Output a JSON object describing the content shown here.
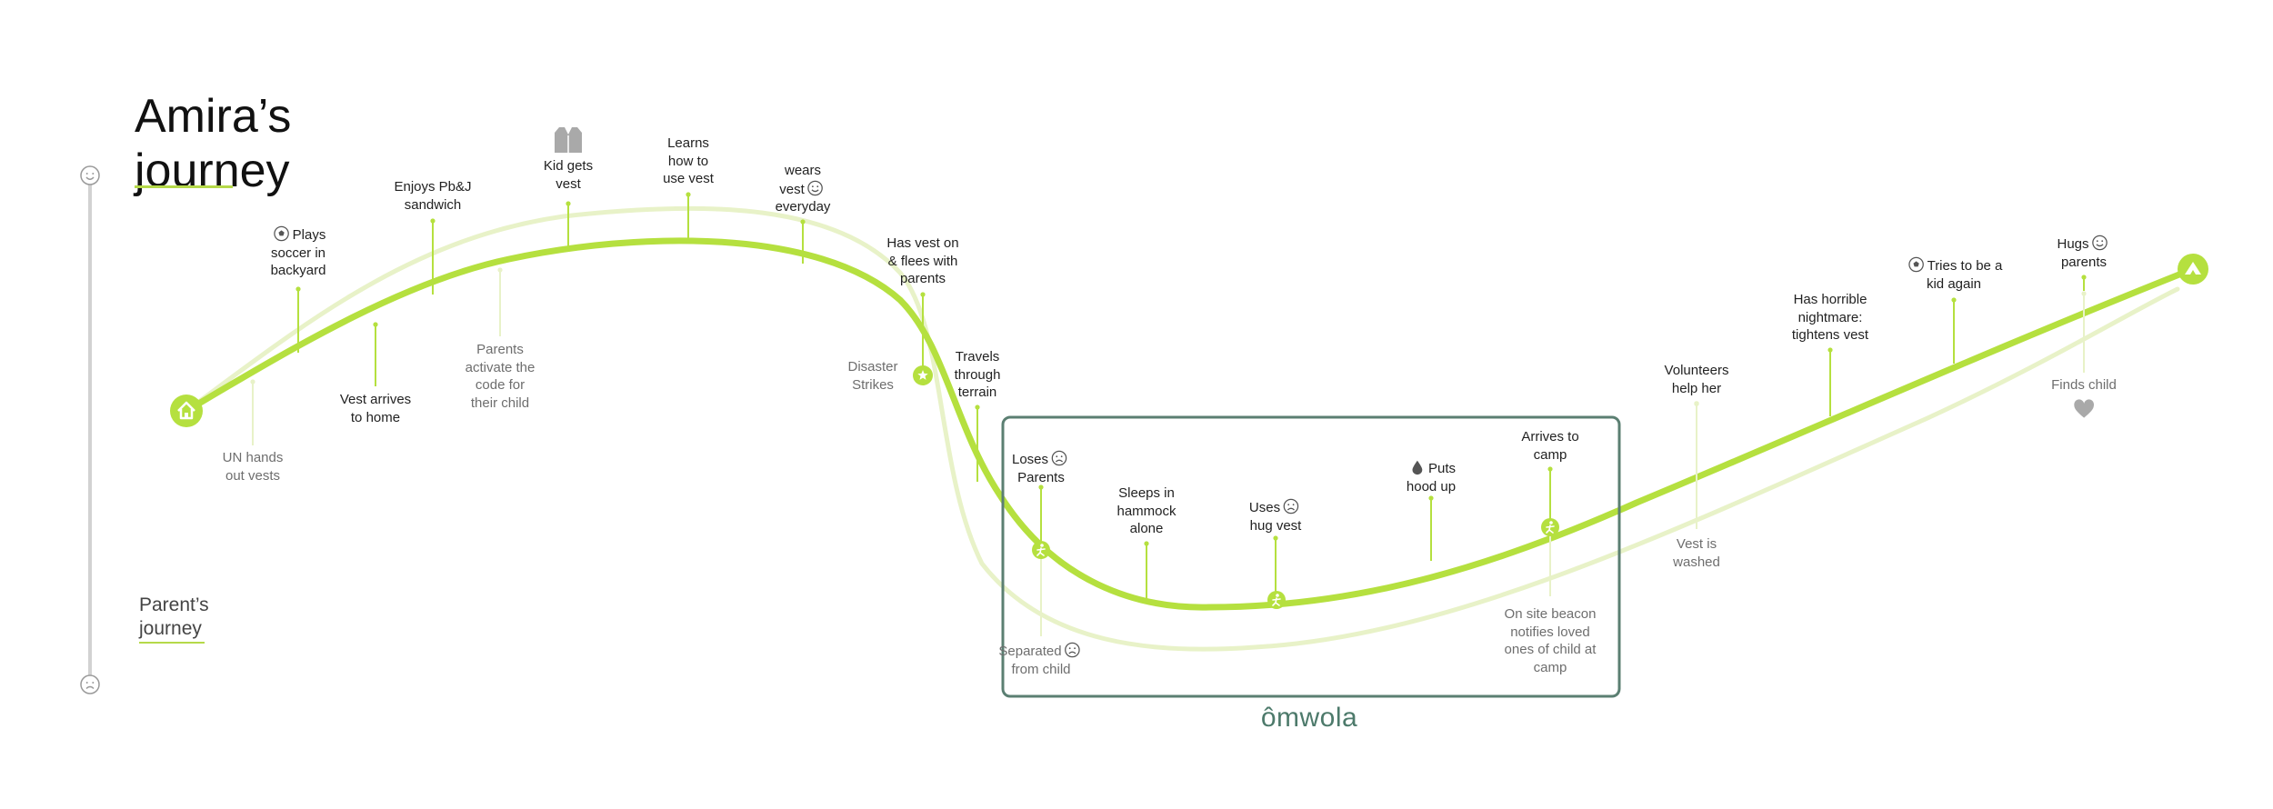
{
  "title": {
    "line1": "Amira’s",
    "line2": "journey"
  },
  "parent_title": {
    "line1": "Parent’s",
    "line2": "journey"
  },
  "brand": "ômwola",
  "colors": {
    "child_line": "#b5e03f",
    "parent_line": "#e8f2c8",
    "box": "#5b7f72",
    "marker": "#b5e03f",
    "dot": "#c6e468",
    "parent_text": "#6e6e6e",
    "child_text": "#222222"
  },
  "scale": {
    "top_icon": "smiley-icon",
    "bottom_icon": "sad-face-icon"
  },
  "child_events": [
    {
      "lines": [
        "Plays",
        "soccer in",
        "backyard"
      ],
      "icon": "soccer-ball-icon"
    },
    {
      "lines": [
        "Vest arrives",
        "to home"
      ]
    },
    {
      "lines": [
        "Enjoys Pb&J",
        "sandwich"
      ]
    },
    {
      "lines": [
        "Kid gets",
        "vest"
      ],
      "icon": "vest-icon"
    },
    {
      "lines": [
        "Learns",
        "how to",
        "use vest"
      ]
    },
    {
      "lines": [
        "wears",
        "vest",
        "everyday"
      ],
      "icon": "smiley-icon"
    },
    {
      "lines": [
        "Has vest on",
        "& flees with",
        "parents"
      ]
    },
    {
      "lines": [
        "Travels",
        "through",
        "terrain"
      ]
    },
    {
      "lines": [
        "Loses",
        "Parents"
      ],
      "icon": "sad-face-icon"
    },
    {
      "lines": [
        "Sleeps in",
        "hammock",
        "alone"
      ]
    },
    {
      "lines": [
        "Uses",
        "hug vest"
      ],
      "icon": "sad-face-icon"
    },
    {
      "lines": [
        "Puts",
        "hood up"
      ],
      "icon": "raindrop-icon"
    },
    {
      "lines": [
        "Arrives to",
        "camp"
      ]
    },
    {
      "lines": [
        "Volunteers",
        "help her"
      ]
    },
    {
      "lines": [
        "Has horrible",
        "nightmare:",
        "tightens vest"
      ]
    },
    {
      "lines": [
        "Tries to be a",
        "kid again"
      ],
      "icon": "soccer-ball-icon"
    },
    {
      "lines": [
        "Hugs",
        "parents"
      ],
      "icon": "smiley-icon"
    }
  ],
  "parent_events": [
    {
      "lines": [
        "UN hands",
        "out vests"
      ]
    },
    {
      "lines": [
        "Parents",
        "activate the",
        "code for",
        "their child"
      ]
    },
    {
      "lines": [
        "Disaster",
        "Strikes"
      ]
    },
    {
      "lines": [
        "Separated",
        "from child"
      ],
      "icon": "sad-face-icon"
    },
    {
      "lines": [
        "On site beacon",
        "notifies loved",
        "ones of child at",
        "camp"
      ]
    },
    {
      "lines": [
        "Vest is",
        "washed"
      ]
    },
    {
      "lines": [
        "Finds child"
      ],
      "icon": "heart-icon"
    }
  ],
  "markers": [
    {
      "name": "home-icon"
    },
    {
      "name": "star-icon"
    },
    {
      "name": "running-child-icon"
    },
    {
      "name": "running-child-icon"
    },
    {
      "name": "running-child-icon"
    },
    {
      "name": "tent-icon"
    }
  ]
}
